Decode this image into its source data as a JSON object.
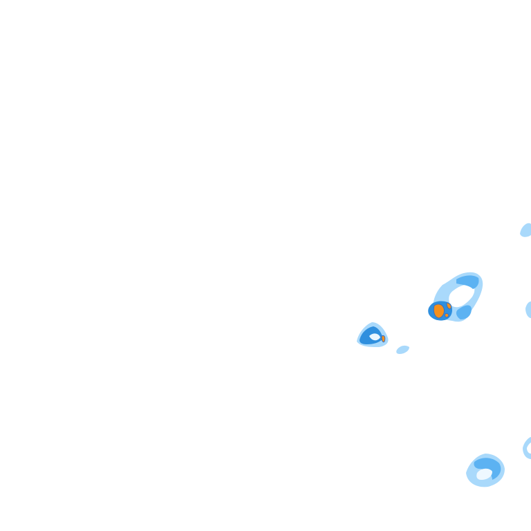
{
  "map": {
    "type": "radar-precipitation-overlay",
    "background": "#ffffff",
    "palette": {
      "light": "#a9d9fb",
      "medium": "#5cb2f2",
      "strong": "#2f8fde",
      "heavy": "#f5901c",
      "outline": "#3a6fbe"
    },
    "cells": [
      {
        "id": "cell-east-edge-small",
        "intensity": "light"
      },
      {
        "id": "cell-ring-large",
        "intensity": "medium"
      },
      {
        "id": "cell-core-orange",
        "intensity": "heavy"
      },
      {
        "id": "cell-west",
        "intensity": "strong"
      },
      {
        "id": "cell-speck",
        "intensity": "light"
      },
      {
        "id": "cell-east-edge-mid",
        "intensity": "light"
      },
      {
        "id": "cell-southeast",
        "intensity": "medium"
      },
      {
        "id": "cell-east-edge-low",
        "intensity": "light"
      }
    ]
  }
}
